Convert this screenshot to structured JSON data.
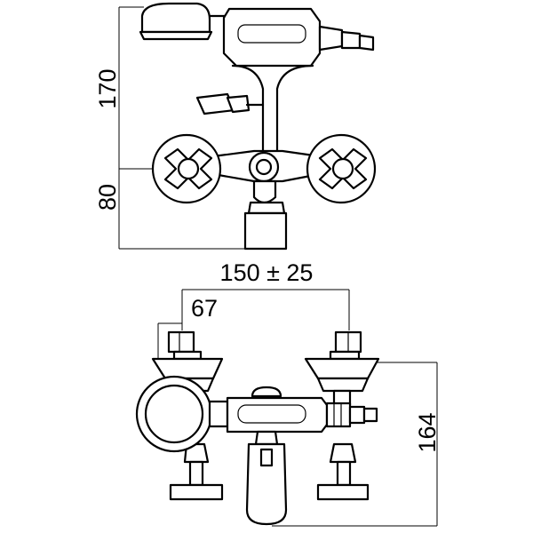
{
  "dimensions": {
    "height_upper": "170",
    "height_lower": "80",
    "width_centers": "150 ± 25",
    "offset": "67",
    "depth": "164"
  }
}
